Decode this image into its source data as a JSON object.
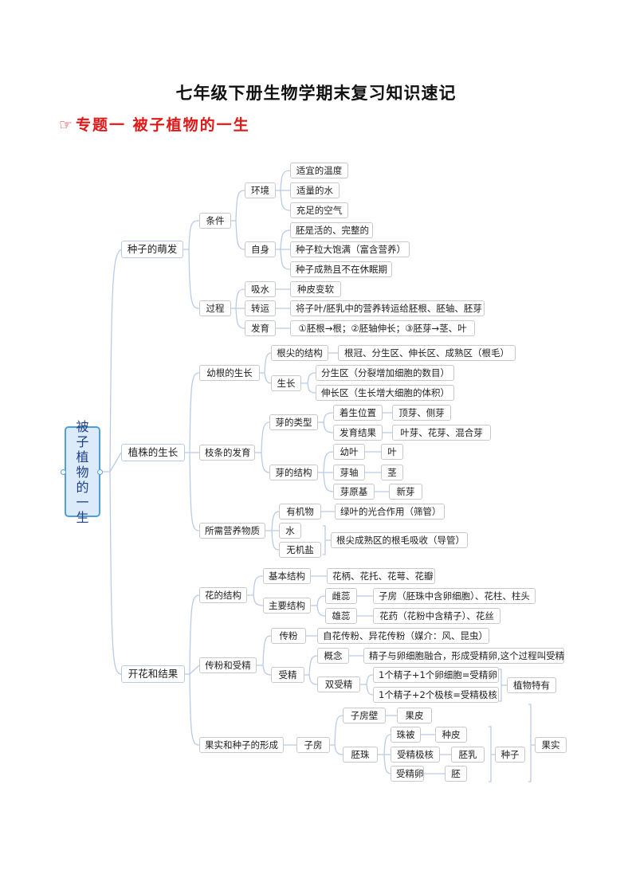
{
  "title": "七年级下册生物学期末复习知识速记",
  "subtitle": "专题一 被子植物的一生",
  "icons": {
    "subtitle_icon": "pointing-hand-icon"
  },
  "colors": {
    "subtitle": "#e01818",
    "root_fill": "#dcebfa",
    "root_border": "#4f9fd8",
    "line": "#b9cbe6"
  },
  "root": "被子植物的一生",
  "nodes": {
    "seed_germination": "种子的萌发",
    "conditions": "条件",
    "environment": "环境",
    "env1": "适宜的温度",
    "env2": "适量的水",
    "env3": "充足的空气",
    "self": "自身",
    "self1": "胚是活的、完整的",
    "self2": "种子粒大饱满（富含营养）",
    "self3": "种子成熟且不在休眠期",
    "process": "过程",
    "absorb": "吸水",
    "absorb_d": "种皮变软",
    "transfer": "转运",
    "transfer_d": "将子叶/胚乳中的营养转运给胚根、胚轴、胚芽",
    "develop": "发育",
    "develop_d": "①胚根→根；②胚轴伸长；③胚芽→茎、叶",
    "plant_growth": "植株的生长",
    "root_growth": "幼根的生长",
    "root_tip": "根尖的结构",
    "root_tip_d": "根冠、分生区、伸长区、成熟区（根毛）",
    "grow": "生长",
    "grow1": "分生区（分裂增加细胞的数目）",
    "grow2": "伸长区（生长增大细胞的体积）",
    "branch_dev": "枝条的发育",
    "bud_types": "芽的类型",
    "position": "着生位置",
    "position_d": "顶芽、侧芽",
    "dev_result": "发育结果",
    "dev_result_d": "叶芽、花芽、混合芽",
    "bud_structure": "芽的结构",
    "young_leaf": "幼叶",
    "leaf": "叶",
    "bud_axis": "芽轴",
    "stem": "茎",
    "bud_primordium": "芽原基",
    "new_bud": "新芽",
    "nutrients": "所需营养物质",
    "organic": "有机物",
    "organic_d": "绿叶的光合作用（筛管）",
    "water": "水",
    "inorganic": "无机盐",
    "water_salt_d": "根尖成熟区的根毛吸收（导管）",
    "flower_fruit": "开花和结果",
    "flower_structure": "花的结构",
    "basic_structure": "基本结构",
    "basic_d": "花柄、花托、花萼、花瓣",
    "main_structure": "主要结构",
    "pistil": "雌蕊",
    "pistil_d": "子房（胚珠中含卵细胞）、花柱、柱头",
    "stamen": "雄蕊",
    "stamen_d": "花药（花粉中含精子）、花丝",
    "pollination_fert": "传粉和受精",
    "pollination": "传粉",
    "pollination_d": "自花传粉、异花传粉（媒介：风、昆虫）",
    "fertilization": "受精",
    "concept": "概念",
    "concept_d": "精子与卵细胞融合，形成受精卵,这个过程叫受精",
    "double_fert": "双受精",
    "df1": "1个精子+1个卵细胞=受精卵",
    "df2": "1个精子+2个极核=受精极核",
    "plant_unique": "植物特有",
    "fruit_seed": "果实和种子的形成",
    "ovary": "子房",
    "ovary_wall": "子房壁",
    "pericarp": "果皮",
    "ovule": "胚珠",
    "integument": "珠被",
    "seed_coat": "种皮",
    "fert_polar": "受精极核",
    "endosperm": "胚乳",
    "zygote": "受精卵",
    "embryo": "胚",
    "seed": "种子",
    "fruit": "果实"
  }
}
